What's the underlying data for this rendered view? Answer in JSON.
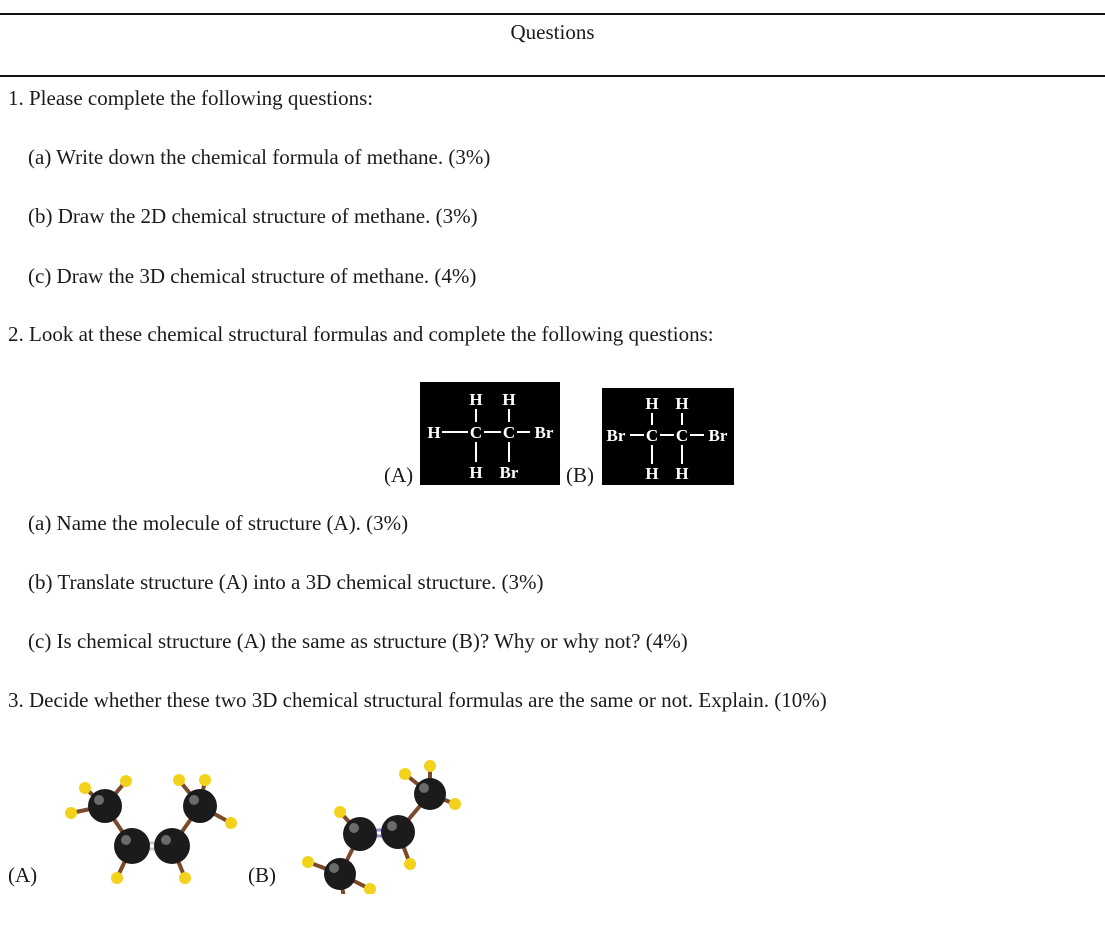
{
  "header": {
    "title": "Questions"
  },
  "q1": {
    "text": "1. Please complete the following questions:",
    "a": "(a) Write down the chemical formula of methane. (3%)",
    "b": "(b) Draw the 2D chemical structure of methane. (3%)",
    "c": "(c) Draw the 3D chemical structure of methane. (4%)"
  },
  "q2": {
    "text": "2. Look at these chemical structural formulas and complete the following questions:",
    "label_a": "(A)",
    "label_b": "(B)",
    "struct_a": {
      "top": [
        "H",
        "H"
      ],
      "left": "H",
      "right": "Br",
      "bottom": [
        "H",
        "Br"
      ],
      "atom": "C"
    },
    "struct_b": {
      "top": [
        "H",
        "H"
      ],
      "left": "Br",
      "right": "Br",
      "bottom": [
        "H",
        "H"
      ],
      "atom": "C"
    },
    "a": "(a) Name the molecule of structure (A). (3%)",
    "b": "(b) Translate structure (A) into a 3D chemical structure. (3%)",
    "c": "(c) Is chemical structure (A) the same as structure (B)? Why or why not? (4%)"
  },
  "q3": {
    "text": "3. Decide whether these two 3D chemical structural formulas are the same or not. Explain. (10%)",
    "label_a": "(A)",
    "label_b": "(B)"
  },
  "colors": {
    "carbon": "#1b1b1b",
    "hydrogen": "#f2d21b",
    "bond": "#7a4a2a",
    "double_bond": "#c9c9d6"
  }
}
